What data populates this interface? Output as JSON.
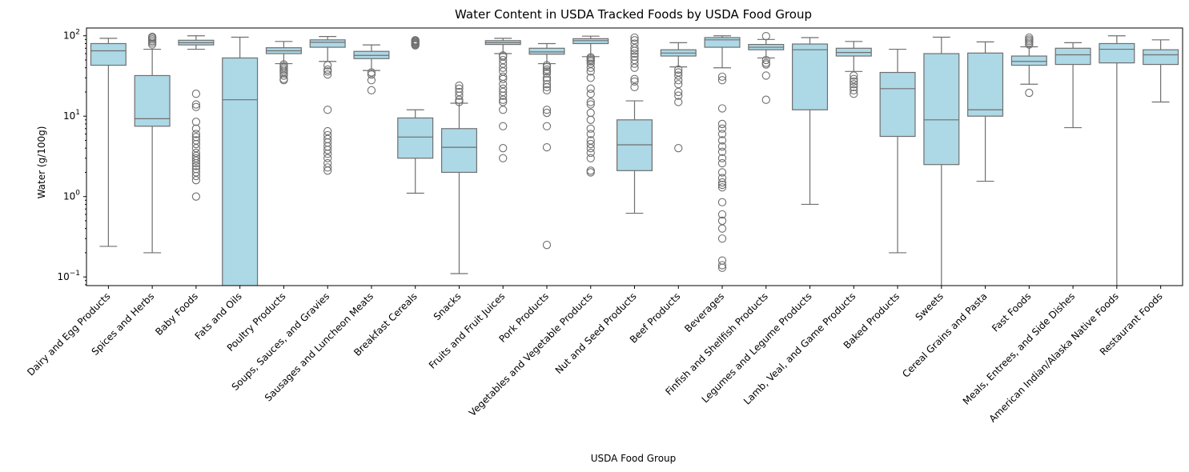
{
  "chart_data": {
    "type": "box",
    "title": "Water Content in USDA Tracked Foods by USDA Food Group",
    "xlabel": "USDA Food Group",
    "ylabel": "Water (g/100g)",
    "yscale": "log",
    "ylim": [
      0.078,
      125
    ],
    "yticks": [
      {
        "value": 0.1,
        "base": "10",
        "exp": "−1"
      },
      {
        "value": 1,
        "base": "10",
        "exp": "0"
      },
      {
        "value": 10,
        "base": "10",
        "exp": "1"
      },
      {
        "value": 100,
        "base": "10",
        "exp": "2"
      }
    ],
    "box_color": "#add8e6",
    "line_color": "#6f6f6f",
    "grid": false,
    "groups": [
      {
        "name": "Dairy and Egg Products",
        "whislo": 0.24,
        "q1": 43,
        "med": 65,
        "q3": 80,
        "whishi": 93,
        "fliers": []
      },
      {
        "name": "Spices and Herbs",
        "whislo": 0.2,
        "q1": 7.5,
        "med": 9.3,
        "q3": 32,
        "whishi": 68,
        "fliers": [
          78,
          82,
          86,
          90,
          94,
          97
        ]
      },
      {
        "name": "Baby Foods",
        "whislo": 68,
        "q1": 77,
        "med": 82,
        "q3": 88,
        "whishi": 100,
        "fliers": [
          19,
          14,
          13,
          8.5,
          7,
          6,
          5.5,
          5,
          4.5,
          4,
          3.5,
          3.2,
          3,
          2.8,
          2.6,
          2.4,
          2.2,
          2,
          1.8,
          1.6,
          1
        ]
      },
      {
        "name": "Fats and Oils",
        "whislo": 0.0,
        "q1": 0.0,
        "med": 16,
        "q3": 53,
        "whishi": 96,
        "fliers": []
      },
      {
        "name": "Poultry Products",
        "whislo": 45,
        "q1": 60,
        "med": 65,
        "q3": 71,
        "whishi": 85,
        "fliers": [
          44,
          42,
          40,
          38,
          36,
          34,
          32,
          29,
          28
        ]
      },
      {
        "name": "Soups, Sauces, and Gravies",
        "whislo": 48,
        "q1": 72,
        "med": 83,
        "q3": 89,
        "whishi": 98,
        "fliers": [
          43,
          38,
          36,
          33,
          12,
          6.5,
          5.8,
          5.2,
          4.7,
          4.2,
          3.8,
          3.4,
          3,
          2.6,
          2.3,
          2.1
        ]
      },
      {
        "name": "Sausages and Luncheon Meats",
        "whislo": 37,
        "q1": 52,
        "med": 57,
        "q3": 64,
        "whishi": 77,
        "fliers": [
          35,
          33,
          28,
          21
        ]
      },
      {
        "name": "Breakfast Cereals",
        "whislo": 1.1,
        "q1": 3,
        "med": 5.5,
        "q3": 9.5,
        "whishi": 12,
        "fliers": [
          76,
          78,
          80,
          82,
          84,
          86,
          88
        ]
      },
      {
        "name": "Snacks",
        "whislo": 0.11,
        "q1": 2,
        "med": 4.1,
        "q3": 7,
        "whishi": 14.5,
        "fliers": [
          15,
          16,
          18,
          20,
          22,
          24
        ]
      },
      {
        "name": "Fruits and Fruit Juices",
        "whislo": 60,
        "q1": 78,
        "med": 82,
        "q3": 87,
        "whishi": 93,
        "fliers": [
          57,
          55,
          50,
          45,
          40,
          36,
          31,
          29,
          25,
          22,
          20,
          18,
          16,
          15,
          12,
          7.5,
          4,
          3
        ]
      },
      {
        "name": "Pork Products",
        "whislo": 45,
        "q1": 59,
        "med": 63,
        "q3": 70,
        "whishi": 80,
        "fliers": [
          43,
          41,
          38,
          36,
          34,
          30,
          28,
          25,
          23,
          21,
          12,
          11,
          7.5,
          4.1,
          0.25
        ]
      },
      {
        "name": "Vegetables and Vegetable Products",
        "whislo": 55,
        "q1": 80,
        "med": 87,
        "q3": 92,
        "whishi": 99,
        "fliers": [
          54,
          52,
          50,
          48,
          45,
          40,
          36,
          30,
          22,
          19,
          15,
          14,
          11,
          9,
          7,
          6,
          5,
          4.5,
          4,
          3.5,
          3,
          2.1,
          2
        ]
      },
      {
        "name": "Nut and Seed Products",
        "whislo": 0.62,
        "q1": 2.1,
        "med": 4.4,
        "q3": 9,
        "whishi": 15.5,
        "fliers": [
          23,
          27,
          29,
          40,
          45,
          50,
          55,
          60,
          65,
          70,
          80,
          88,
          95
        ]
      },
      {
        "name": "Beef Products",
        "whislo": 41,
        "q1": 56,
        "med": 61,
        "q3": 67,
        "whishi": 82,
        "fliers": [
          38,
          35,
          32,
          28,
          25,
          20,
          18,
          15,
          4
        ]
      },
      {
        "name": "Beverages",
        "whislo": 40,
        "q1": 72,
        "med": 89,
        "q3": 95,
        "whishi": 100,
        "fliers": [
          31,
          28,
          12.5,
          8,
          7,
          6,
          5,
          4.2,
          3.6,
          3,
          2.6,
          2,
          1.7,
          1.5,
          1.4,
          1.3,
          0.85,
          0.6,
          0.5,
          0.4,
          0.3,
          0.16,
          0.14,
          0.13
        ]
      },
      {
        "name": "Finfish and Shellfish Products",
        "whislo": 53,
        "q1": 67,
        "med": 72,
        "q3": 78,
        "whishi": 90,
        "fliers": [
          99,
          50,
          46,
          44,
          32,
          16
        ]
      },
      {
        "name": "Legumes and Legume Products",
        "whislo": 0.8,
        "q1": 12,
        "med": 67,
        "q3": 79,
        "whishi": 95,
        "fliers": []
      },
      {
        "name": "Lamb, Veal, and Game Products",
        "whislo": 36,
        "q1": 56,
        "med": 62,
        "q3": 70,
        "whishi": 85,
        "fliers": [
          32,
          29,
          27,
          25,
          23,
          21,
          19
        ]
      },
      {
        "name": "Baked Products",
        "whislo": 0.2,
        "q1": 5.6,
        "med": 22,
        "q3": 35,
        "whishi": 68,
        "fliers": []
      },
      {
        "name": "Sweets",
        "whislo": 0.0,
        "q1": 2.5,
        "med": 9,
        "q3": 60,
        "whishi": 96,
        "fliers": []
      },
      {
        "name": "Cereal Grains and Pasta",
        "whislo": 1.55,
        "q1": 10,
        "med": 12,
        "q3": 61,
        "whishi": 84,
        "fliers": []
      },
      {
        "name": "Fast Foods",
        "whislo": 25,
        "q1": 43,
        "med": 48,
        "q3": 56,
        "whishi": 73,
        "fliers": [
          19.5,
          78,
          82,
          86,
          90,
          95
        ]
      },
      {
        "name": "Meals, Entrees, and Side Dishes",
        "whislo": 7.2,
        "q1": 44,
        "med": 58,
        "q3": 70,
        "whishi": 82,
        "fliers": []
      },
      {
        "name": "American Indian/Alaska Native Foods",
        "whislo": 0.0,
        "q1": 46,
        "med": 68,
        "q3": 80,
        "whishi": 100,
        "fliers": []
      },
      {
        "name": "Restaurant Foods",
        "whislo": 15,
        "q1": 44,
        "med": 58,
        "q3": 67,
        "whishi": 89,
        "fliers": []
      }
    ]
  }
}
